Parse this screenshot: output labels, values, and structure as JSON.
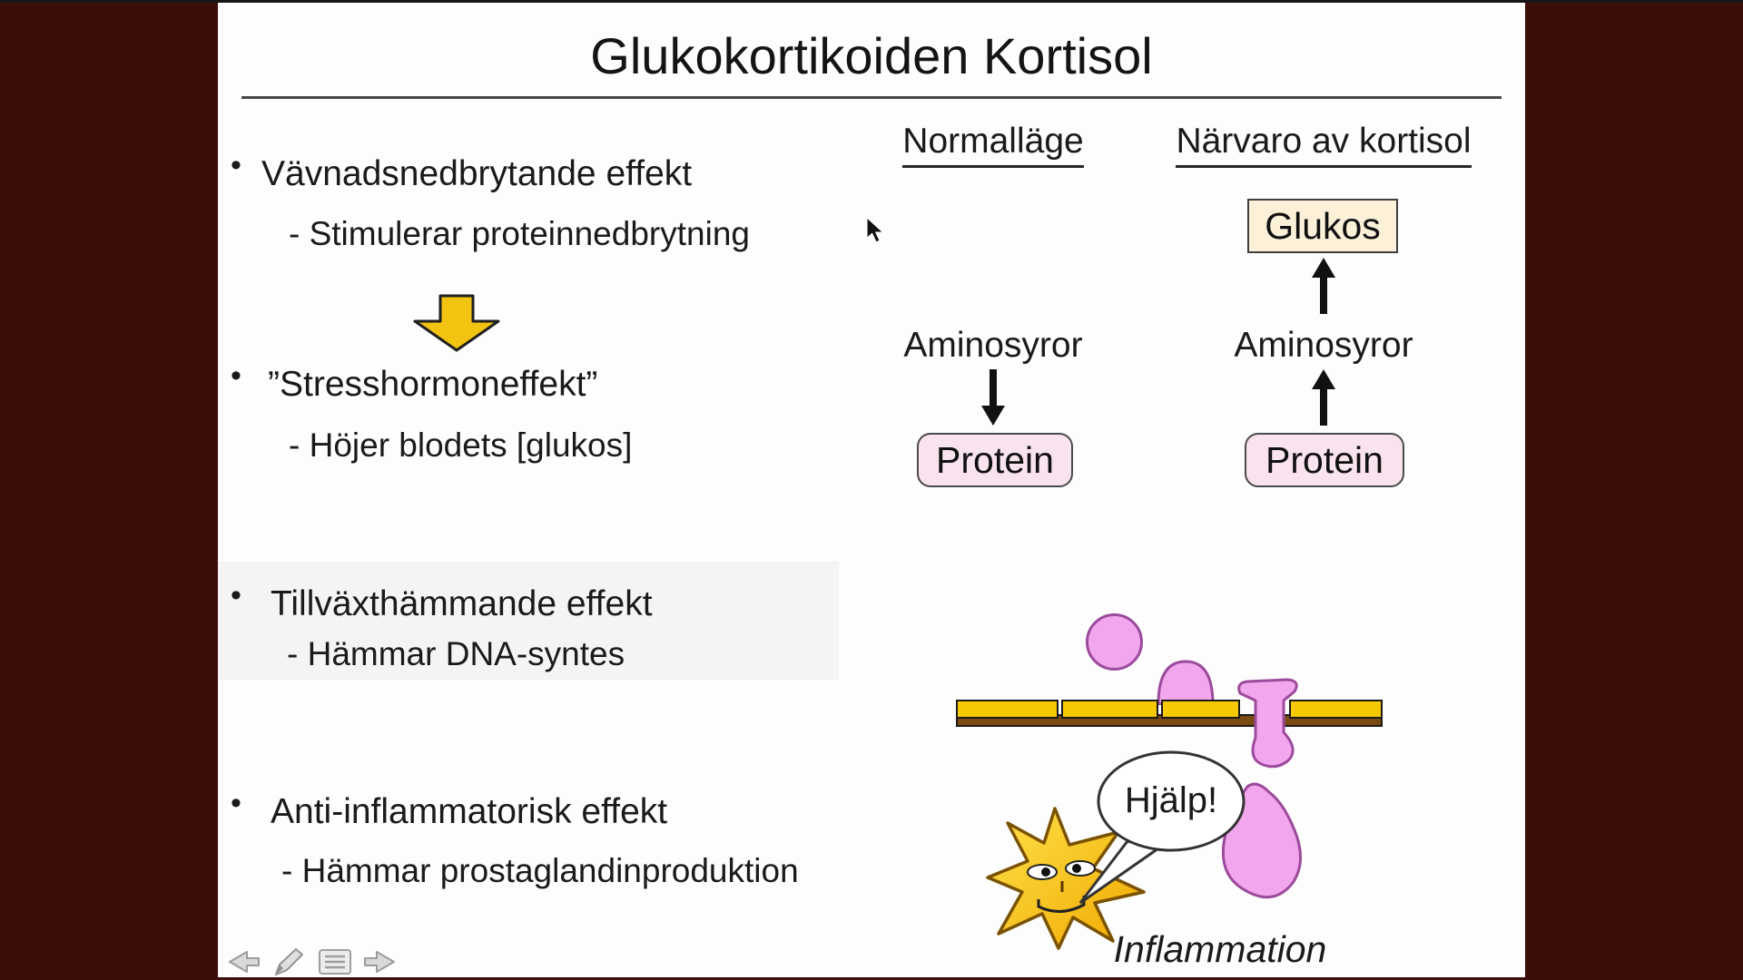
{
  "app": {
    "background": "#3c0d09"
  },
  "slide": {
    "title": "Glukokortikoiden Kortisol",
    "bullet_char": "•",
    "bullets": [
      {
        "label": "Vävnadsnedbrytande effekt",
        "sub": "- Stimulerar proteinnedbrytning"
      },
      {
        "label": "”Stresshormoneffekt”",
        "sub": "- Höjer blodets [glukos]"
      },
      {
        "label": "Tillväxthämmande effekt",
        "sub": "- Hämmar DNA-syntes"
      },
      {
        "label": "Anti-inflammatorisk effekt",
        "sub": "- Hämmar prostaglandinproduktion"
      }
    ],
    "comparison": {
      "normal": {
        "header": "Normalläge",
        "amino": "Aminosyror",
        "protein": "Protein"
      },
      "kortisol": {
        "header": "Närvaro av kortisol",
        "glukos": "Glukos",
        "amino": "Aminosyror",
        "protein": "Protein"
      }
    },
    "illustration": {
      "speech": "Hjälp!",
      "caption": "Inflammation"
    }
  },
  "toolbar": {
    "icons": [
      "previous-slide",
      "pen-tool",
      "slide-menu",
      "next-slide"
    ]
  },
  "colors": {
    "slide_bg": "#fdfdfd",
    "text": "#1a1a1a",
    "block_arrow_yellow": "#f2c411",
    "membrane_yellow": "#f6c903",
    "membrane_brown": "#7a4a10",
    "pink_fill": "#f2a6ee",
    "pink_stroke": "#9c4a9c",
    "glukos_fill": "#fcf0d8",
    "protein_fill": "#f8e3ee"
  }
}
